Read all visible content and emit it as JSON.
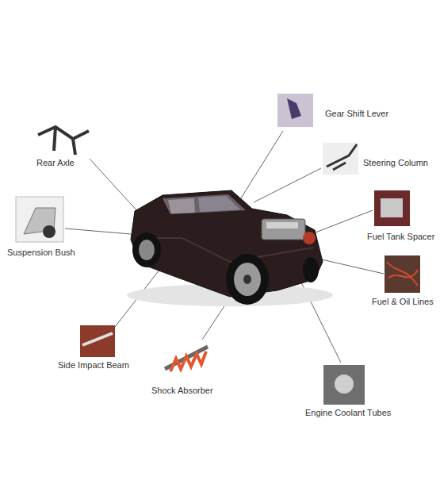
{
  "diagram": {
    "labels": [
      "Gear Shift Lever",
      "Steering Column",
      "Fuel Tank Spacer",
      "Fuel & Oil Lines",
      "Engine Coolant Tubes",
      "Shock Absorber",
      "Side Impact Beam",
      "Suspension Bush",
      "Rear Axle"
    ]
  }
}
